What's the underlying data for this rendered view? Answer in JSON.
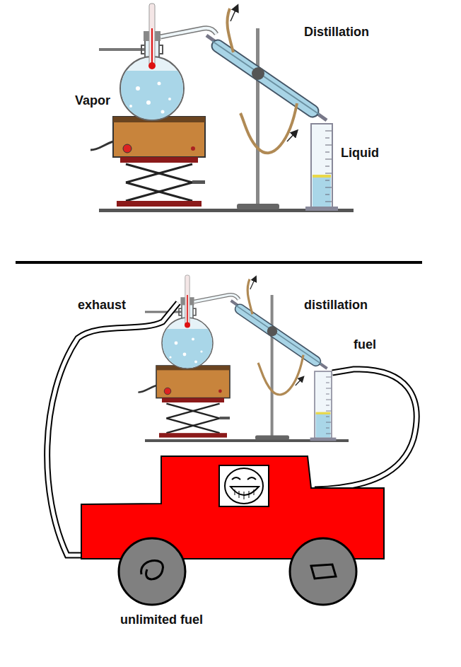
{
  "diagram": {
    "labels": [
      "Distillation",
      "Vapor",
      "Liquid",
      "exhaust",
      "distillation",
      "fuel",
      "unlimited fuel"
    ]
  }
}
